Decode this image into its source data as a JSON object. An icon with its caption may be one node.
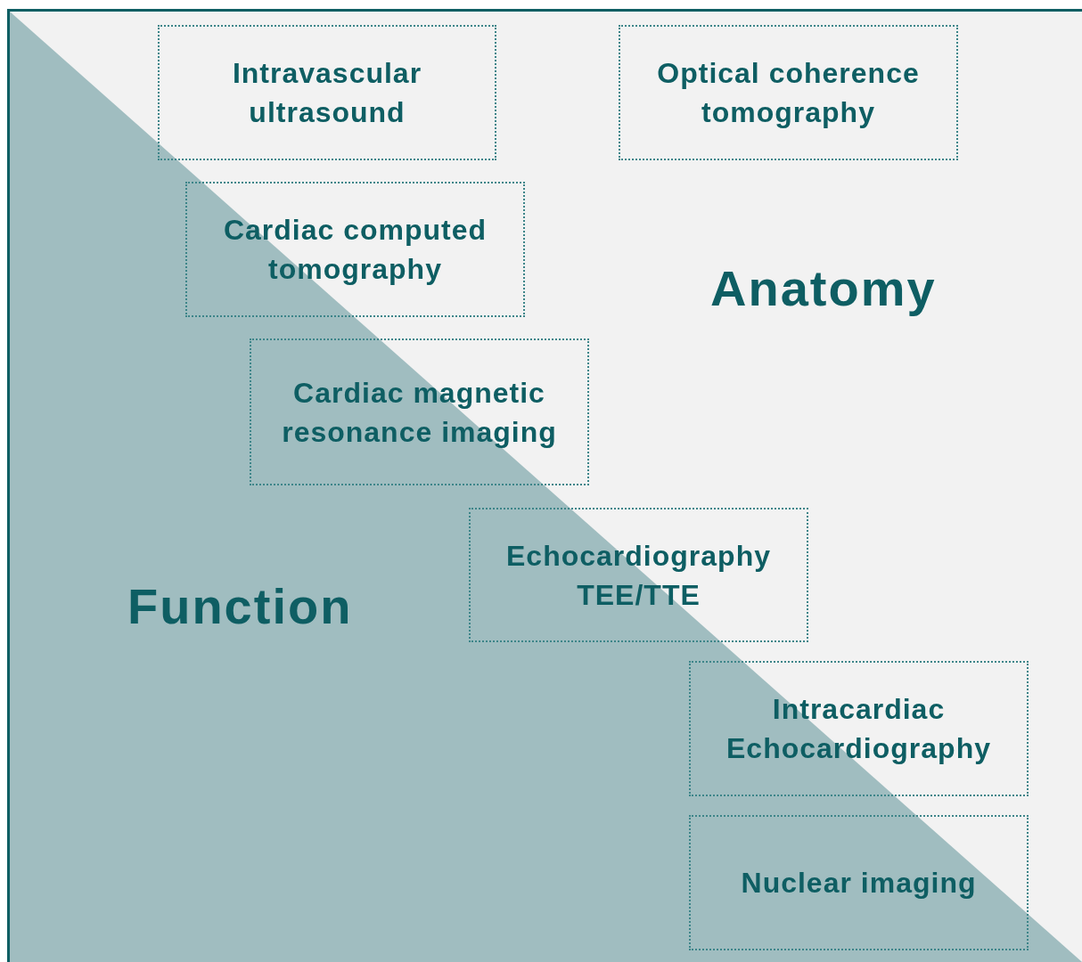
{
  "diagram": {
    "nodes": [
      {
        "text": [
          "Intravascular ultrasound"
        ]
      },
      {
        "text": [
          "Optical coherence tomography"
        ]
      },
      {
        "text": [
          "Cardiac computed tomography"
        ]
      },
      {
        "text": [
          "Cardiac magnetic resonance imaging"
        ]
      },
      {
        "text": [
          "Echocardiography TEE/TTE"
        ]
      },
      {
        "text": [
          "Intracardiac Echocardiography"
        ]
      },
      {
        "text": [
          "Nuclear imaging"
        ]
      }
    ],
    "labels": [
      "Anatomy",
      "Function"
    ]
  }
}
